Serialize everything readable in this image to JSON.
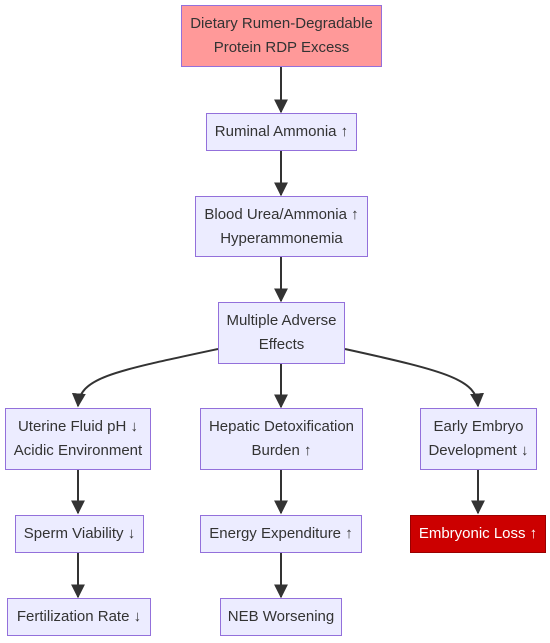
{
  "nodes": {
    "rdp_excess": {
      "line1": "Dietary Rumen-Degradable",
      "line2": "Protein RDP Excess"
    },
    "ruminal_ammonia": {
      "line1": "Ruminal Ammonia ↑"
    },
    "blood_urea": {
      "line1": "Blood Urea/Ammonia ↑",
      "line2": "Hyperammonemia"
    },
    "adverse_effects": {
      "line1": "Multiple Adverse",
      "line2": "Effects"
    },
    "uterine_ph": {
      "line1": "Uterine Fluid pH ↓",
      "line2": "Acidic Environment"
    },
    "hepatic": {
      "line1": "Hepatic Detoxification",
      "line2": "Burden ↑"
    },
    "early_embryo": {
      "line1": "Early Embryo",
      "line2": "Development ↓"
    },
    "sperm_viability": {
      "line1": "Sperm Viability ↓"
    },
    "energy_expenditure": {
      "line1": "Energy Expenditure ↑"
    },
    "embryonic_loss": {
      "line1": "Embryonic Loss ↑"
    },
    "fertilization_rate": {
      "line1": "Fertilization Rate ↓"
    },
    "neb_worsening": {
      "line1": "NEB Worsening"
    }
  },
  "colors": {
    "node_fill": "#ECECFF",
    "node_border": "#9370DB",
    "source_fill": "#FF9999",
    "danger_fill": "#CC0000",
    "edge": "#333333"
  }
}
